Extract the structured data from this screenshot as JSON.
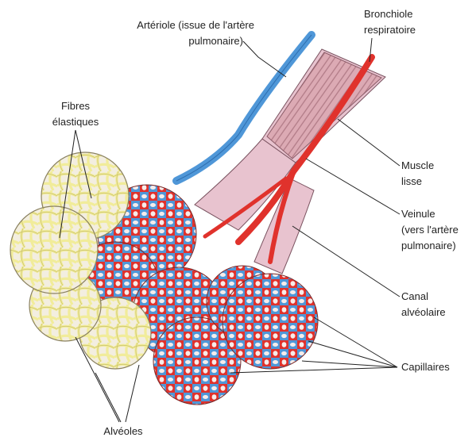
{
  "labels": {
    "arteriole_line1": "Artériole (issue de l'artère",
    "arteriole_line2": "pulmonaire)",
    "bronchiole_line1": "Bronchiole",
    "bronchiole_line2": "respiratoire",
    "fibres_line1": "Fibres",
    "fibres_line2": "élastiques",
    "muscle_line1": "Muscle",
    "muscle_line2": "lisse",
    "veinule_line1": "Veinule",
    "veinule_line2": "(vers l'artère",
    "veinule_line3": "pulmonaire)",
    "canal_line1": "Canal",
    "canal_line2": "alvéolaire",
    "capillaires": "Capillaires",
    "alveoles": "Alvéoles"
  },
  "colors": {
    "artery_blue": "#4f97d8",
    "vein_red": "#e0322c",
    "airway_pink": "#e8c3cf",
    "muscle_pink": "#dcaab4",
    "alveolus_fill": "#f3eee0",
    "elastic_fibre": "#f1ec9a",
    "alveolus_interior": "#f6ecea"
  }
}
